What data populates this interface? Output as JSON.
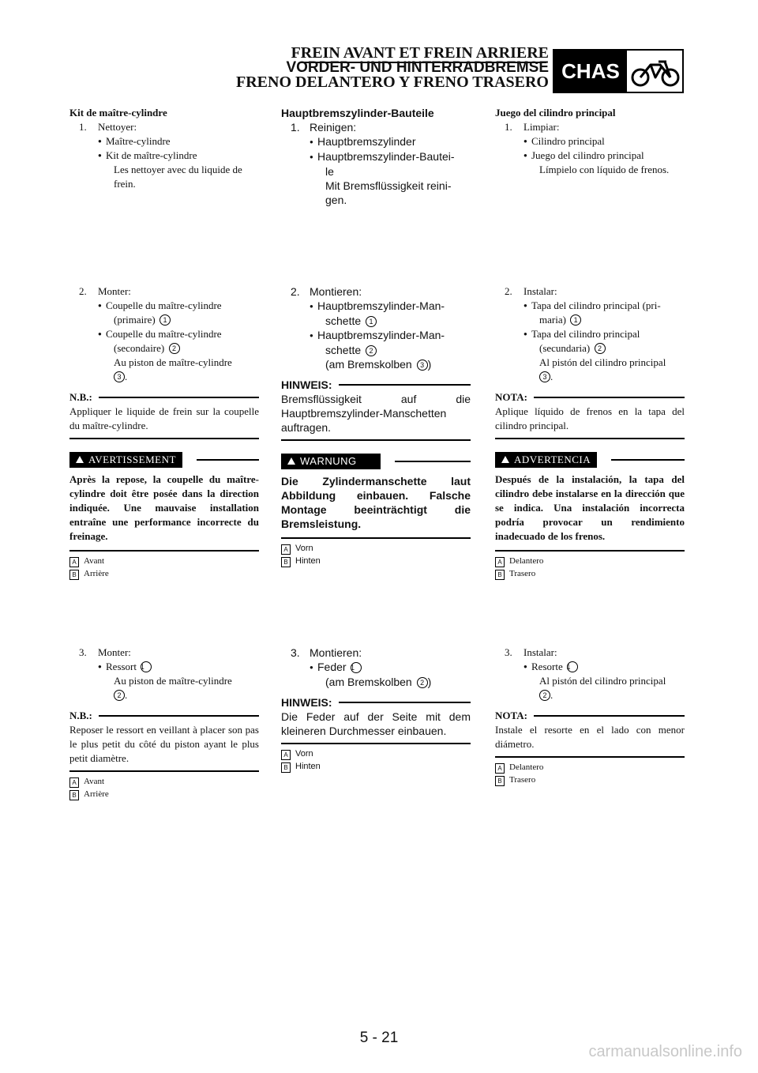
{
  "header": {
    "line1": "FREIN AVANT ET FREIN ARRIERE",
    "line2": "VORDER- UND HINTERRADBREMSE",
    "line3": "FRENO DELANTERO Y FRENO TRASERO",
    "badge": "CHAS",
    "badge_icon": "motorcycle-icon"
  },
  "fr": {
    "title": "Kit de maître-cylindre",
    "s1": {
      "num": "1.",
      "label": "Nettoyer:",
      "items": [
        "Maître-cylindre",
        "Kit de maître-cylindre"
      ],
      "cont1": "Les nettoyer avec du liquide de",
      "cont2": "frein."
    },
    "s2": {
      "num": "2.",
      "label": "Monter:",
      "i1a": "Coupelle du maître-cylindre",
      "i1b": "(primaire)",
      "i2a": "Coupelle du maître-cylindre",
      "i2b": "(secondaire)",
      "c1": "Au piston de maître-cylindre",
      "c2": "."
    },
    "note1": {
      "label": "N.B.:",
      "text": "Appliquer le liquide de frein sur la coupelle du maître-cylindre."
    },
    "warn": {
      "label": "AVERTISSEMENT",
      "text": "Après la repose, la coupelle du maître-cylindre doit être posée dans la direction indiquée. Une mauvaise installation entraîne une performance incorrecte du freinage."
    },
    "legend1": [
      "Avant",
      "Arrière"
    ],
    "s3": {
      "num": "3.",
      "label": "Monter:",
      "i1": "Ressort",
      "c1": "Au piston de maître-cylindre",
      "c2": "."
    },
    "note2": {
      "label": "N.B.:",
      "text": "Reposer le ressort en veillant à placer son pas le plus petit du côté du piston ayant le plus petit diamètre."
    },
    "legend2": [
      "Avant",
      "Arrière"
    ]
  },
  "de": {
    "title": "Hauptbremszylinder-Bauteile",
    "s1": {
      "num": "1.",
      "label": "Reinigen:",
      "i1": "Hauptbremszylinder",
      "i2a": "Hauptbremszylinder-Bautei-",
      "i2b": "le",
      "c1": "Mit Bremsflüssigkeit reini-",
      "c2": "gen."
    },
    "s2": {
      "num": "2.",
      "label": "Montieren:",
      "i1a": "Hauptbremszylinder-Man-",
      "i1b": "schette",
      "i2a": "Hauptbremszylinder-Man-",
      "i2b": "schette",
      "c1": "(am Bremskolben",
      "c2": ")"
    },
    "note1": {
      "label": "HINWEIS:",
      "text": "Bremsflüssigkeit auf die Hauptbremszylinder-Manschetten auftragen."
    },
    "warn": {
      "label": "WARNUNG",
      "text": "Die Zylindermanschette laut Abbildung einbauen. Falsche Montage beeinträchtigt die Bremsleistung."
    },
    "legend1": [
      "Vorn",
      "Hinten"
    ],
    "s3": {
      "num": "3.",
      "label": "Montieren:",
      "i1": "Feder",
      "c1": "(am Bremskolben",
      "c2": ")"
    },
    "note2": {
      "label": "HINWEIS:",
      "text": "Die Feder auf der Seite mit dem kleineren Durchmesser einbauen."
    },
    "legend2": [
      "Vorn",
      "Hinten"
    ]
  },
  "es": {
    "title": "Juego del cilindro principal",
    "s1": {
      "num": "1.",
      "label": "Limpiar:",
      "items": [
        "Cilindro principal",
        "Juego del cilindro principal"
      ],
      "cont1": "Límpielo con líquido de frenos."
    },
    "s2": {
      "num": "2.",
      "label": "Instalar:",
      "i1a": "Tapa del cilindro principal (pri-",
      "i1b": "maria)",
      "i2a": "Tapa del cilindro principal",
      "i2b": "(secundaria)",
      "c1": "Al pistón del cilindro principal",
      "c2": "."
    },
    "note1": {
      "label": "NOTA:",
      "text": "Aplique líquido de frenos en la tapa del cilindro principal."
    },
    "warn": {
      "label": "ADVERTENCIA",
      "text": "Después de la instalación, la tapa del cilindro debe instalarse en la dirección que se indica. Una instalación incorrecta podría provocar un rendimiento inadecuado de los frenos."
    },
    "legend1": [
      "Delantero",
      "Trasero"
    ],
    "s3": {
      "num": "3.",
      "label": "Instalar:",
      "i1": "Resorte",
      "c1": "Al pistón del cilindro principal",
      "c2": "."
    },
    "note2": {
      "label": "NOTA:",
      "text": "Instale el resorte en el lado con menor diámetro."
    },
    "legend2": [
      "Delantero",
      "Trasero"
    ]
  },
  "marks": {
    "one": "1",
    "two": "2",
    "three": "3",
    "a": "A",
    "b": "B"
  },
  "page_number": "5 - 21",
  "watermark": "carmanualsonline.info"
}
